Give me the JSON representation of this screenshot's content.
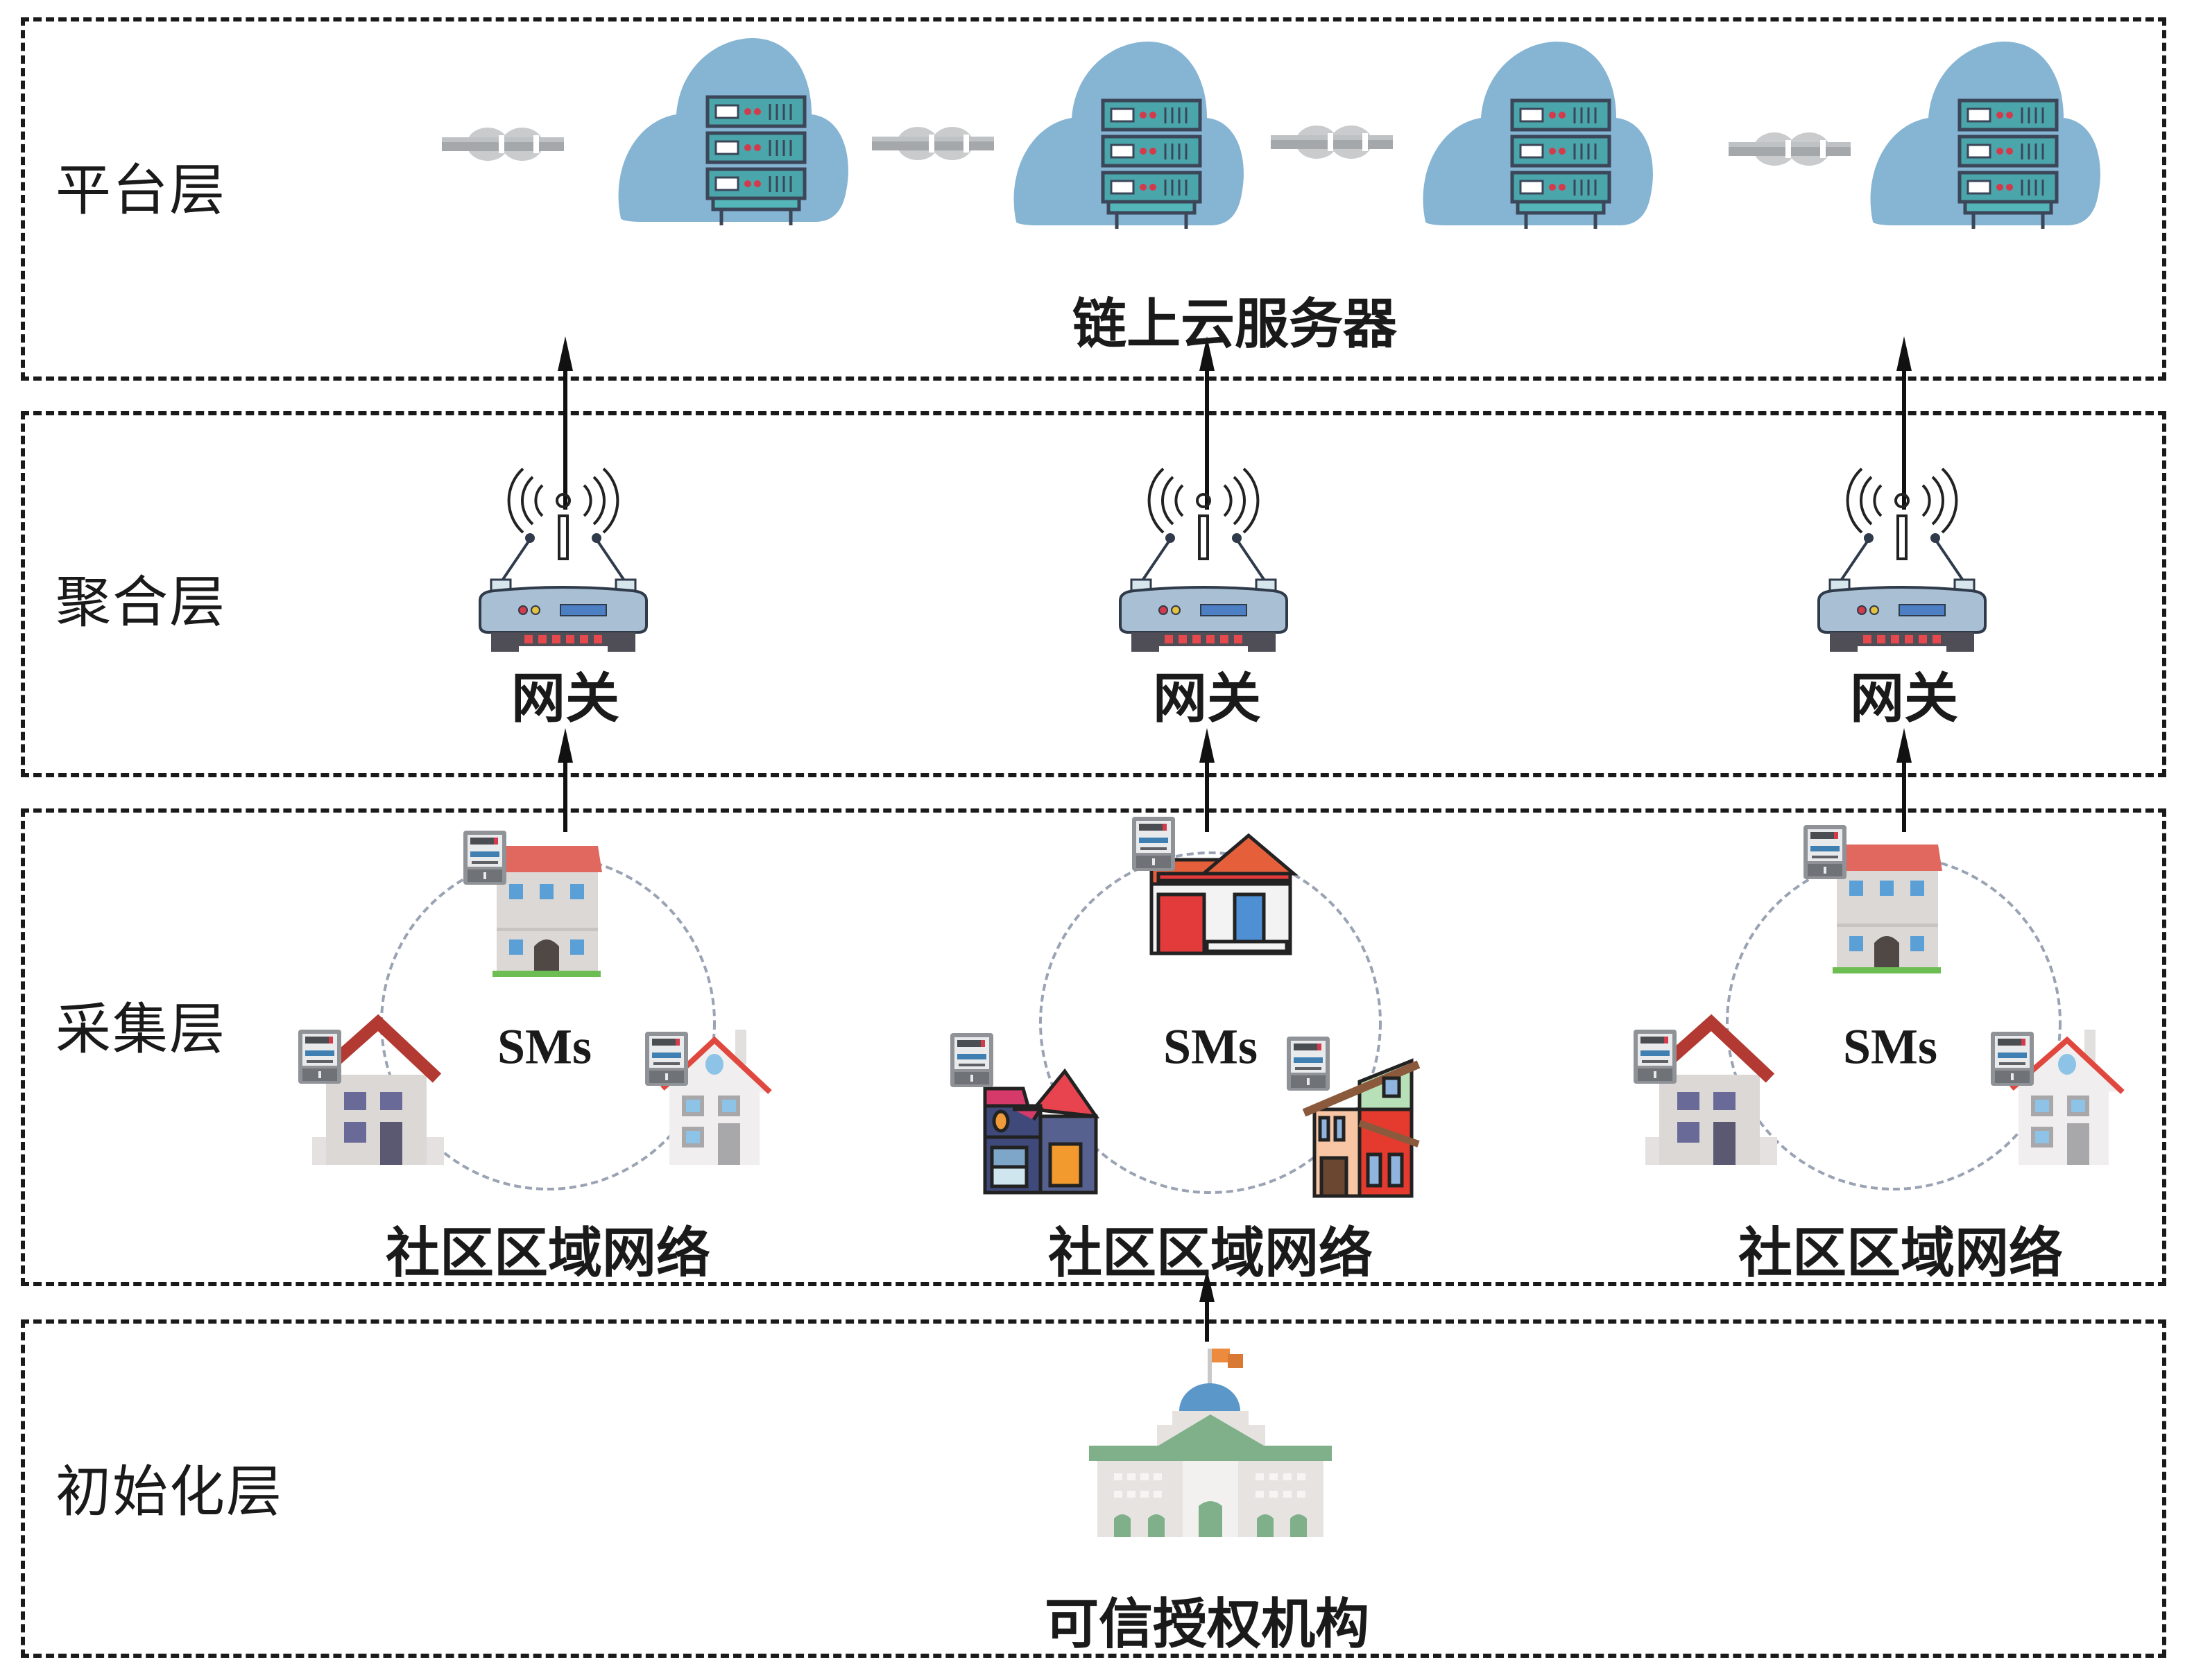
{
  "layers": [
    {
      "id": "platform",
      "label": "平台层"
    },
    {
      "id": "aggregation",
      "label": "聚合层"
    },
    {
      "id": "collection",
      "label": "采集层"
    },
    {
      "id": "initialization",
      "label": "初始化层"
    }
  ],
  "platform": {
    "cloud_servers_label": "链上云服务器",
    "cloud_server_count": 4,
    "chain_link_count": 4,
    "colors": {
      "cloud": "#86b4d3",
      "server": "#4aa6ab",
      "server_outline": "#3b4658",
      "chain": "#b9bcbf"
    }
  },
  "aggregation": {
    "gateways": [
      {
        "label": "网关"
      },
      {
        "label": "网关"
      },
      {
        "label": "网关"
      }
    ],
    "colors": {
      "router_body": "#a9bfd3",
      "router_base": "#4f4d55",
      "leds": "#e5484d",
      "display": "#4d7fc4"
    }
  },
  "collection": {
    "networks": [
      {
        "center_label": "SMs",
        "label": "社区区域网络"
      },
      {
        "center_label": "SMs",
        "label": "社区区域网络"
      },
      {
        "center_label": "SMs",
        "label": "社区区域网络"
      }
    ],
    "colors": {
      "ring": "#9aa3b3",
      "meter": "#8f9296"
    }
  },
  "initialization": {
    "authority_label": "可信授权机构",
    "colors": {
      "roof": "#7fb08a",
      "dome": "#5b97c9",
      "flag": "#ec8a3d",
      "walls": "#e7e3e1"
    }
  }
}
